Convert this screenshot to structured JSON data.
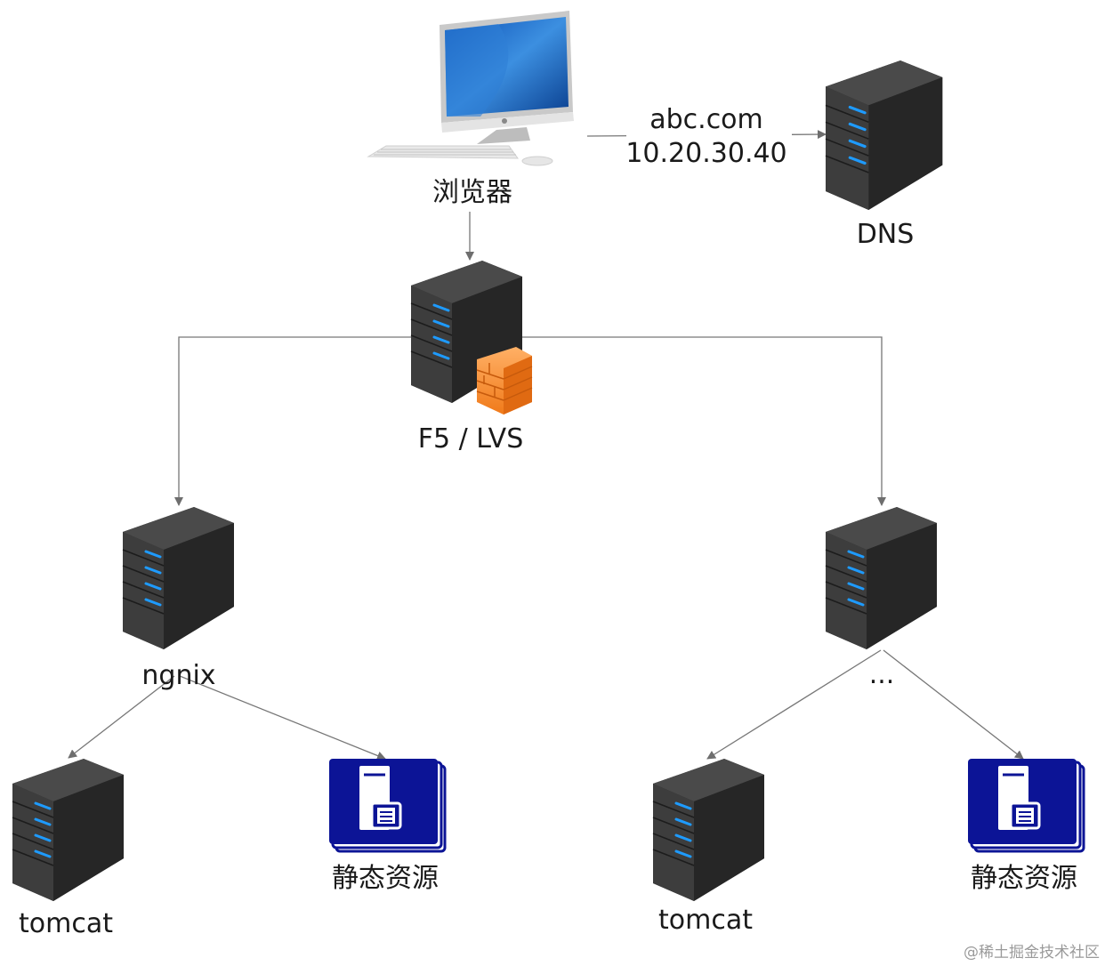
{
  "nodes": {
    "browser": "浏览器",
    "dns": "DNS",
    "lb": "F5 / LVS",
    "nginx": "ngnix",
    "right_proxy": "...",
    "tomcat_left": "tomcat",
    "static_left": "静态资源",
    "tomcat_right": "tomcat",
    "static_right": "静态资源"
  },
  "edges": {
    "dns_domain": "abc.com",
    "dns_ip": "10.20.30.40"
  },
  "watermark": "@稀土掘金技术社区",
  "colors": {
    "server_body": "#3b3b3b",
    "server_led": "#1e9bff",
    "firewall": "#f28a2e",
    "static_blue": "#0c1496",
    "line": "#777777"
  }
}
